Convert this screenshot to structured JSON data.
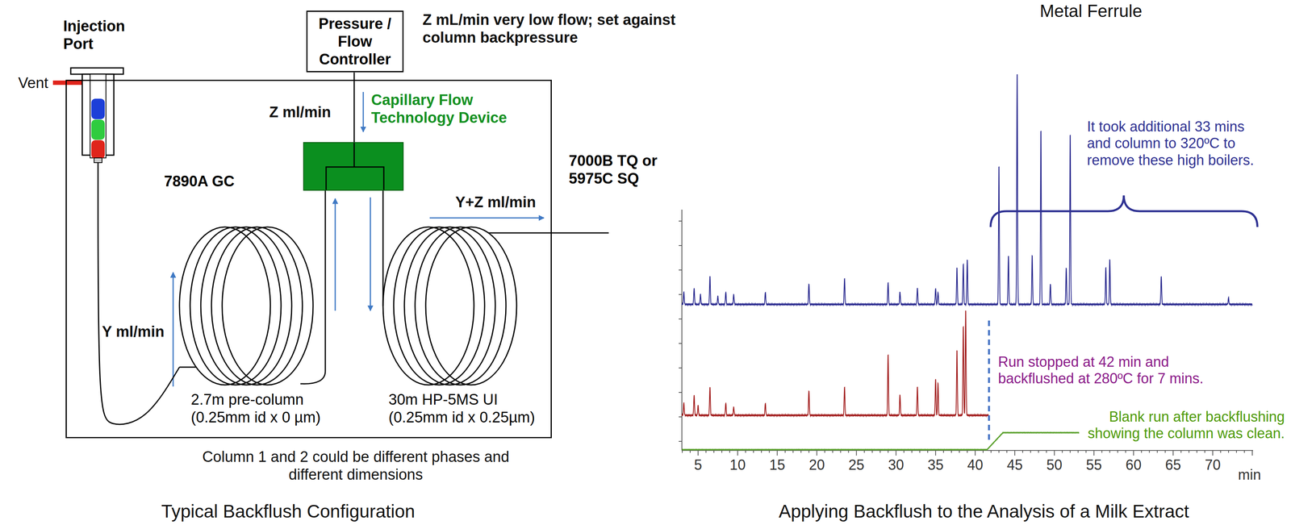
{
  "diagram": {
    "nodes": [
      {
        "text": [
          "7890A GC"
        ]
      },
      {
        "text": [
          "Injection Port"
        ]
      },
      {
        "text": [
          "Pressure / Flow Controller"
        ]
      },
      {
        "text": [
          "Capillary Flow Technology Device"
        ],
        "in": 0
      },
      {
        "text": [
          "2.7m pre-column (0.25mm id x 0 µm)"
        ],
        "in": 0
      },
      {
        "text": [
          "30m HP-5MS UI (0.25mm id x 0.25µm)"
        ],
        "in": 0
      },
      {
        "text": [
          "7000B TQ or 5975C SQ"
        ]
      }
    ],
    "edges": [
      {
        "from": 1,
        "to": 4,
        "arrow": "none"
      },
      {
        "from": 4,
        "to": 3,
        "arrow": "none"
      },
      {
        "from": 3,
        "to": 5,
        "arrow": "none"
      },
      {
        "from": 5,
        "to": 6,
        "arrow": "none"
      },
      {
        "from": 2,
        "to": 3,
        "arrow": "none"
      }
    ],
    "labels": [
      "Vent",
      "Z mL/min very low flow; set against column backpressure",
      "Z ml/min",
      "Y+Z ml/min",
      "Y ml/min",
      "Column 1 and 2 could be different phases and different dimensions",
      "Typical Backflush Configuration",
      "Metal Ferrule",
      "It took additional 33 mins and column to 320ºC to remove these high boilers.",
      "Run stopped at 42 min and backflushed at 280ºC for 7 mins.",
      "Blank run after backflushing showing the column was clean.",
      "5",
      "10",
      "15",
      "20",
      "25",
      "30",
      "35",
      "40",
      "45",
      "50",
      "55",
      "60",
      "65",
      "70",
      "min",
      "Applying Backflush to the Analysis of a Milk Extract"
    ]
  }
}
